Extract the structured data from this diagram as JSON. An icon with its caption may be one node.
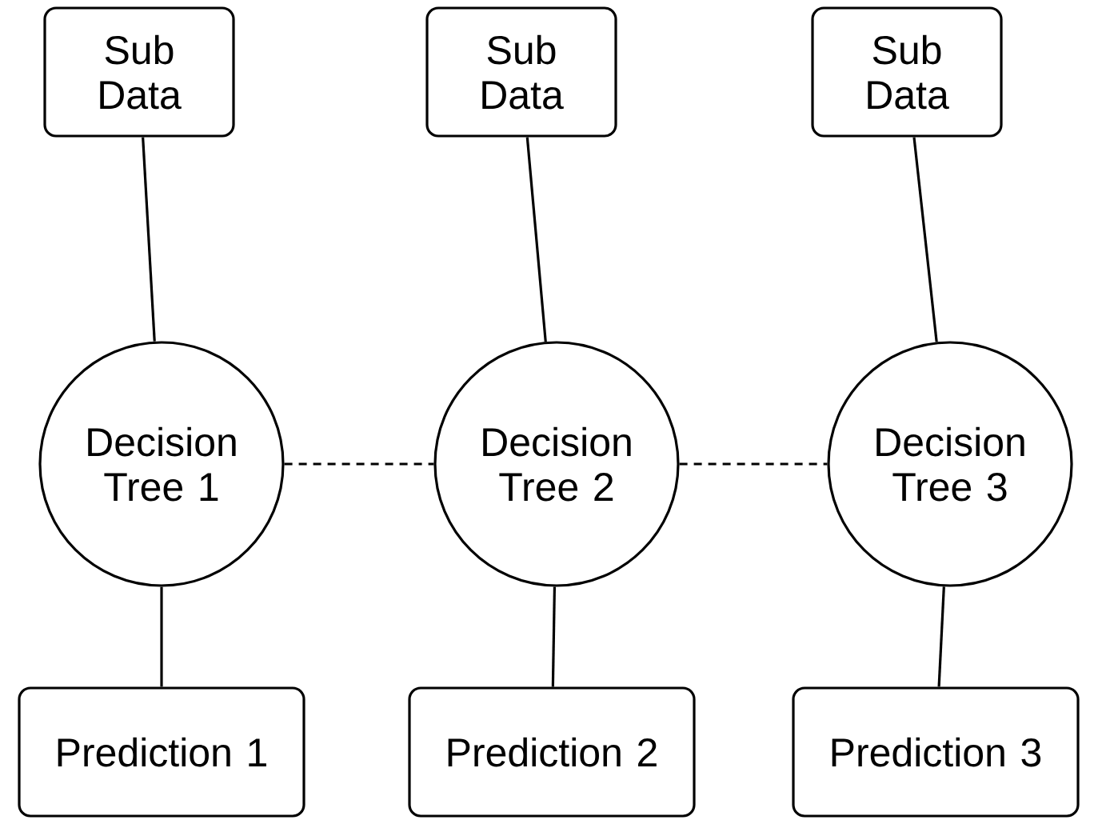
{
  "diagram": {
    "nodes": [
      {
        "text": [
          "Sub Data"
        ]
      },
      {
        "text": [
          "Sub Data"
        ]
      },
      {
        "text": [
          "Sub Data"
        ]
      },
      {
        "text": [
          "Decision Tree 1"
        ]
      },
      {
        "text": [
          "Decision Tree 2"
        ]
      },
      {
        "text": [
          "Decision Tree 3"
        ]
      },
      {
        "text": [
          "Prediction 1"
        ]
      },
      {
        "text": [
          "Prediction 2"
        ]
      },
      {
        "text": [
          "Prediction 3"
        ]
      }
    ],
    "edges": [
      {
        "from": 0,
        "to": 3,
        "arrow": "none"
      },
      {
        "from": 1,
        "to": 4,
        "arrow": "none"
      },
      {
        "from": 2,
        "to": 5,
        "arrow": "none"
      },
      {
        "from": 3,
        "to": 4,
        "arrow": "none",
        "style": "dashed"
      },
      {
        "from": 4,
        "to": 5,
        "arrow": "none",
        "style": "dashed"
      },
      {
        "from": 3,
        "to": 6,
        "arrow": "none"
      },
      {
        "from": 4,
        "to": 7,
        "arrow": "none"
      },
      {
        "from": 5,
        "to": 8,
        "arrow": "none"
      }
    ]
  }
}
